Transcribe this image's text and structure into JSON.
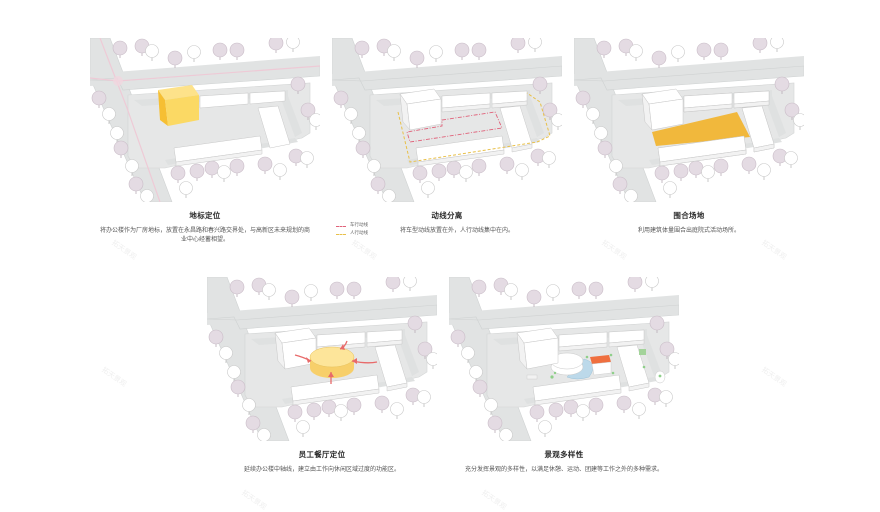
{
  "colors": {
    "road": "#e1e3e3",
    "road_edge": "#cfd2d2",
    "site": "#e6e7e7",
    "building_top": "#ffffff",
    "building_side": "#f3f3f3",
    "building_edge": "#c8c8c8",
    "tree_purple": "#e4dbe3",
    "tree_purple_stroke": "#c9bcc7",
    "tree_white": "#ffffff",
    "tree_white_stroke": "#c9c9c9",
    "landmark_yellow": "#fbd964",
    "landmark_yellow_side": "#f6c23c",
    "courtyard_orange": "#f1b83c",
    "canteen_yellow": "#fbe38a",
    "arrow_red": "#e86a6a",
    "vehicle_route_red": "#e0627a",
    "pedestrian_route_yellow": "#e8c04a",
    "landscape_orange": "#ef6f3f",
    "landscape_blue": "#bcd9ea",
    "landscape_green": "#8fcf8a",
    "road_marking_pink": "#eecad6"
  },
  "panels": [
    {
      "id": "landmark",
      "title": "地标定位",
      "description": "将办公楼作为厂房地标，放置在永昌路和春兴路交界处，与高新区未来规划的商业中心经蓄相望。"
    },
    {
      "id": "circulation",
      "title": "动线分离",
      "description": "将车型动线放置在外，人行动线集中在内。",
      "legend": [
        {
          "label": "车行动线",
          "color": "#e0627a"
        },
        {
          "label": "人行动线",
          "color": "#e8c04a"
        }
      ]
    },
    {
      "id": "enclosure",
      "title": "围合场地",
      "description": "利用建筑体量围合出庭院式活动场所。"
    },
    {
      "id": "canteen",
      "title": "员工餐厅定位",
      "description": "延续办公楼中轴线，建立由工作向休闲区域过度的功能区。"
    },
    {
      "id": "landscape",
      "title": "景观多样性",
      "description": "充分发挥景观的多样性，以满足休憩、运动、团建等工作之外的多种需求。"
    }
  ],
  "watermark": "拓天景观"
}
